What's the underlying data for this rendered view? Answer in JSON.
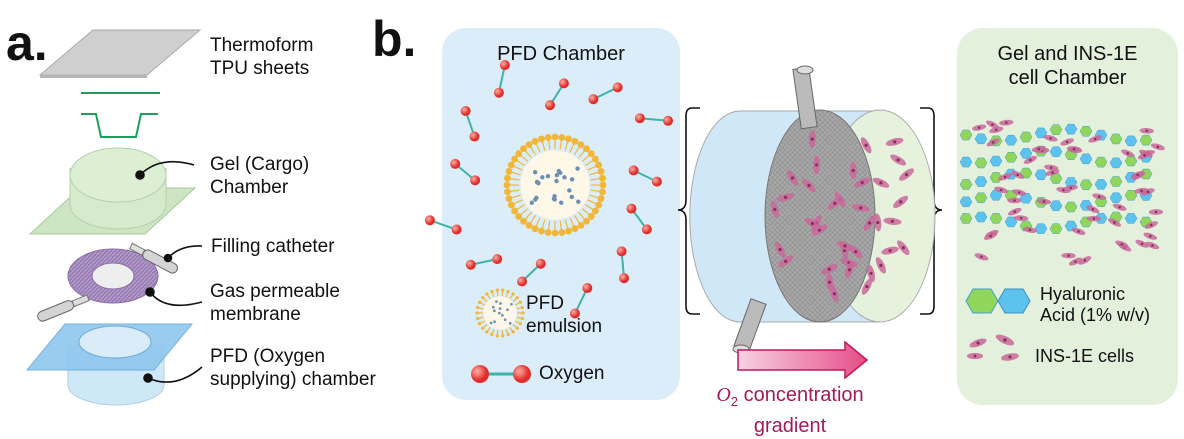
{
  "panel_a": {
    "label": "a.",
    "callouts": [
      {
        "line1": "Thermoform",
        "line2": "TPU sheets"
      },
      {
        "line1": "Gel (Cargo)",
        "line2": "Chamber"
      },
      {
        "line1": "Filling catheter",
        "line2": ""
      },
      {
        "line1": "Gas permeable",
        "line2": "membrane"
      },
      {
        "line1": "PFD (Oxygen",
        "line2": "supplying) chamber"
      }
    ]
  },
  "panel_b": {
    "label": "b.",
    "pfd_chamber": {
      "title": "PFD Chamber",
      "legend_emulsion_1": "PFD",
      "legend_emulsion_2": "emulsion",
      "legend_oxygen": "Oxygen"
    },
    "gel_chamber": {
      "title_1": "Gel and INS-1E",
      "title_2": "cell Chamber",
      "legend_ha_1": "Hyaluronic",
      "legend_ha_2": "Acid (1% w/v)",
      "legend_cells": "INS-1E cells"
    },
    "gradient": {
      "symbol": "O",
      "subscript": "2",
      "line1": " concentration",
      "line2": "gradient"
    }
  },
  "colors": {
    "pfd_box": "#dcedfa",
    "gel_box": "#e3f0dc",
    "oxygen": "#e8413c",
    "bond": "#3fb3a8",
    "emulsion": "#f0b73a",
    "gradient_text": "#a3195b",
    "cell": "#c05a8c",
    "ha_green": "#8fd65a",
    "ha_blue": "#5cc3ee",
    "green_line": "#1aa05a"
  }
}
